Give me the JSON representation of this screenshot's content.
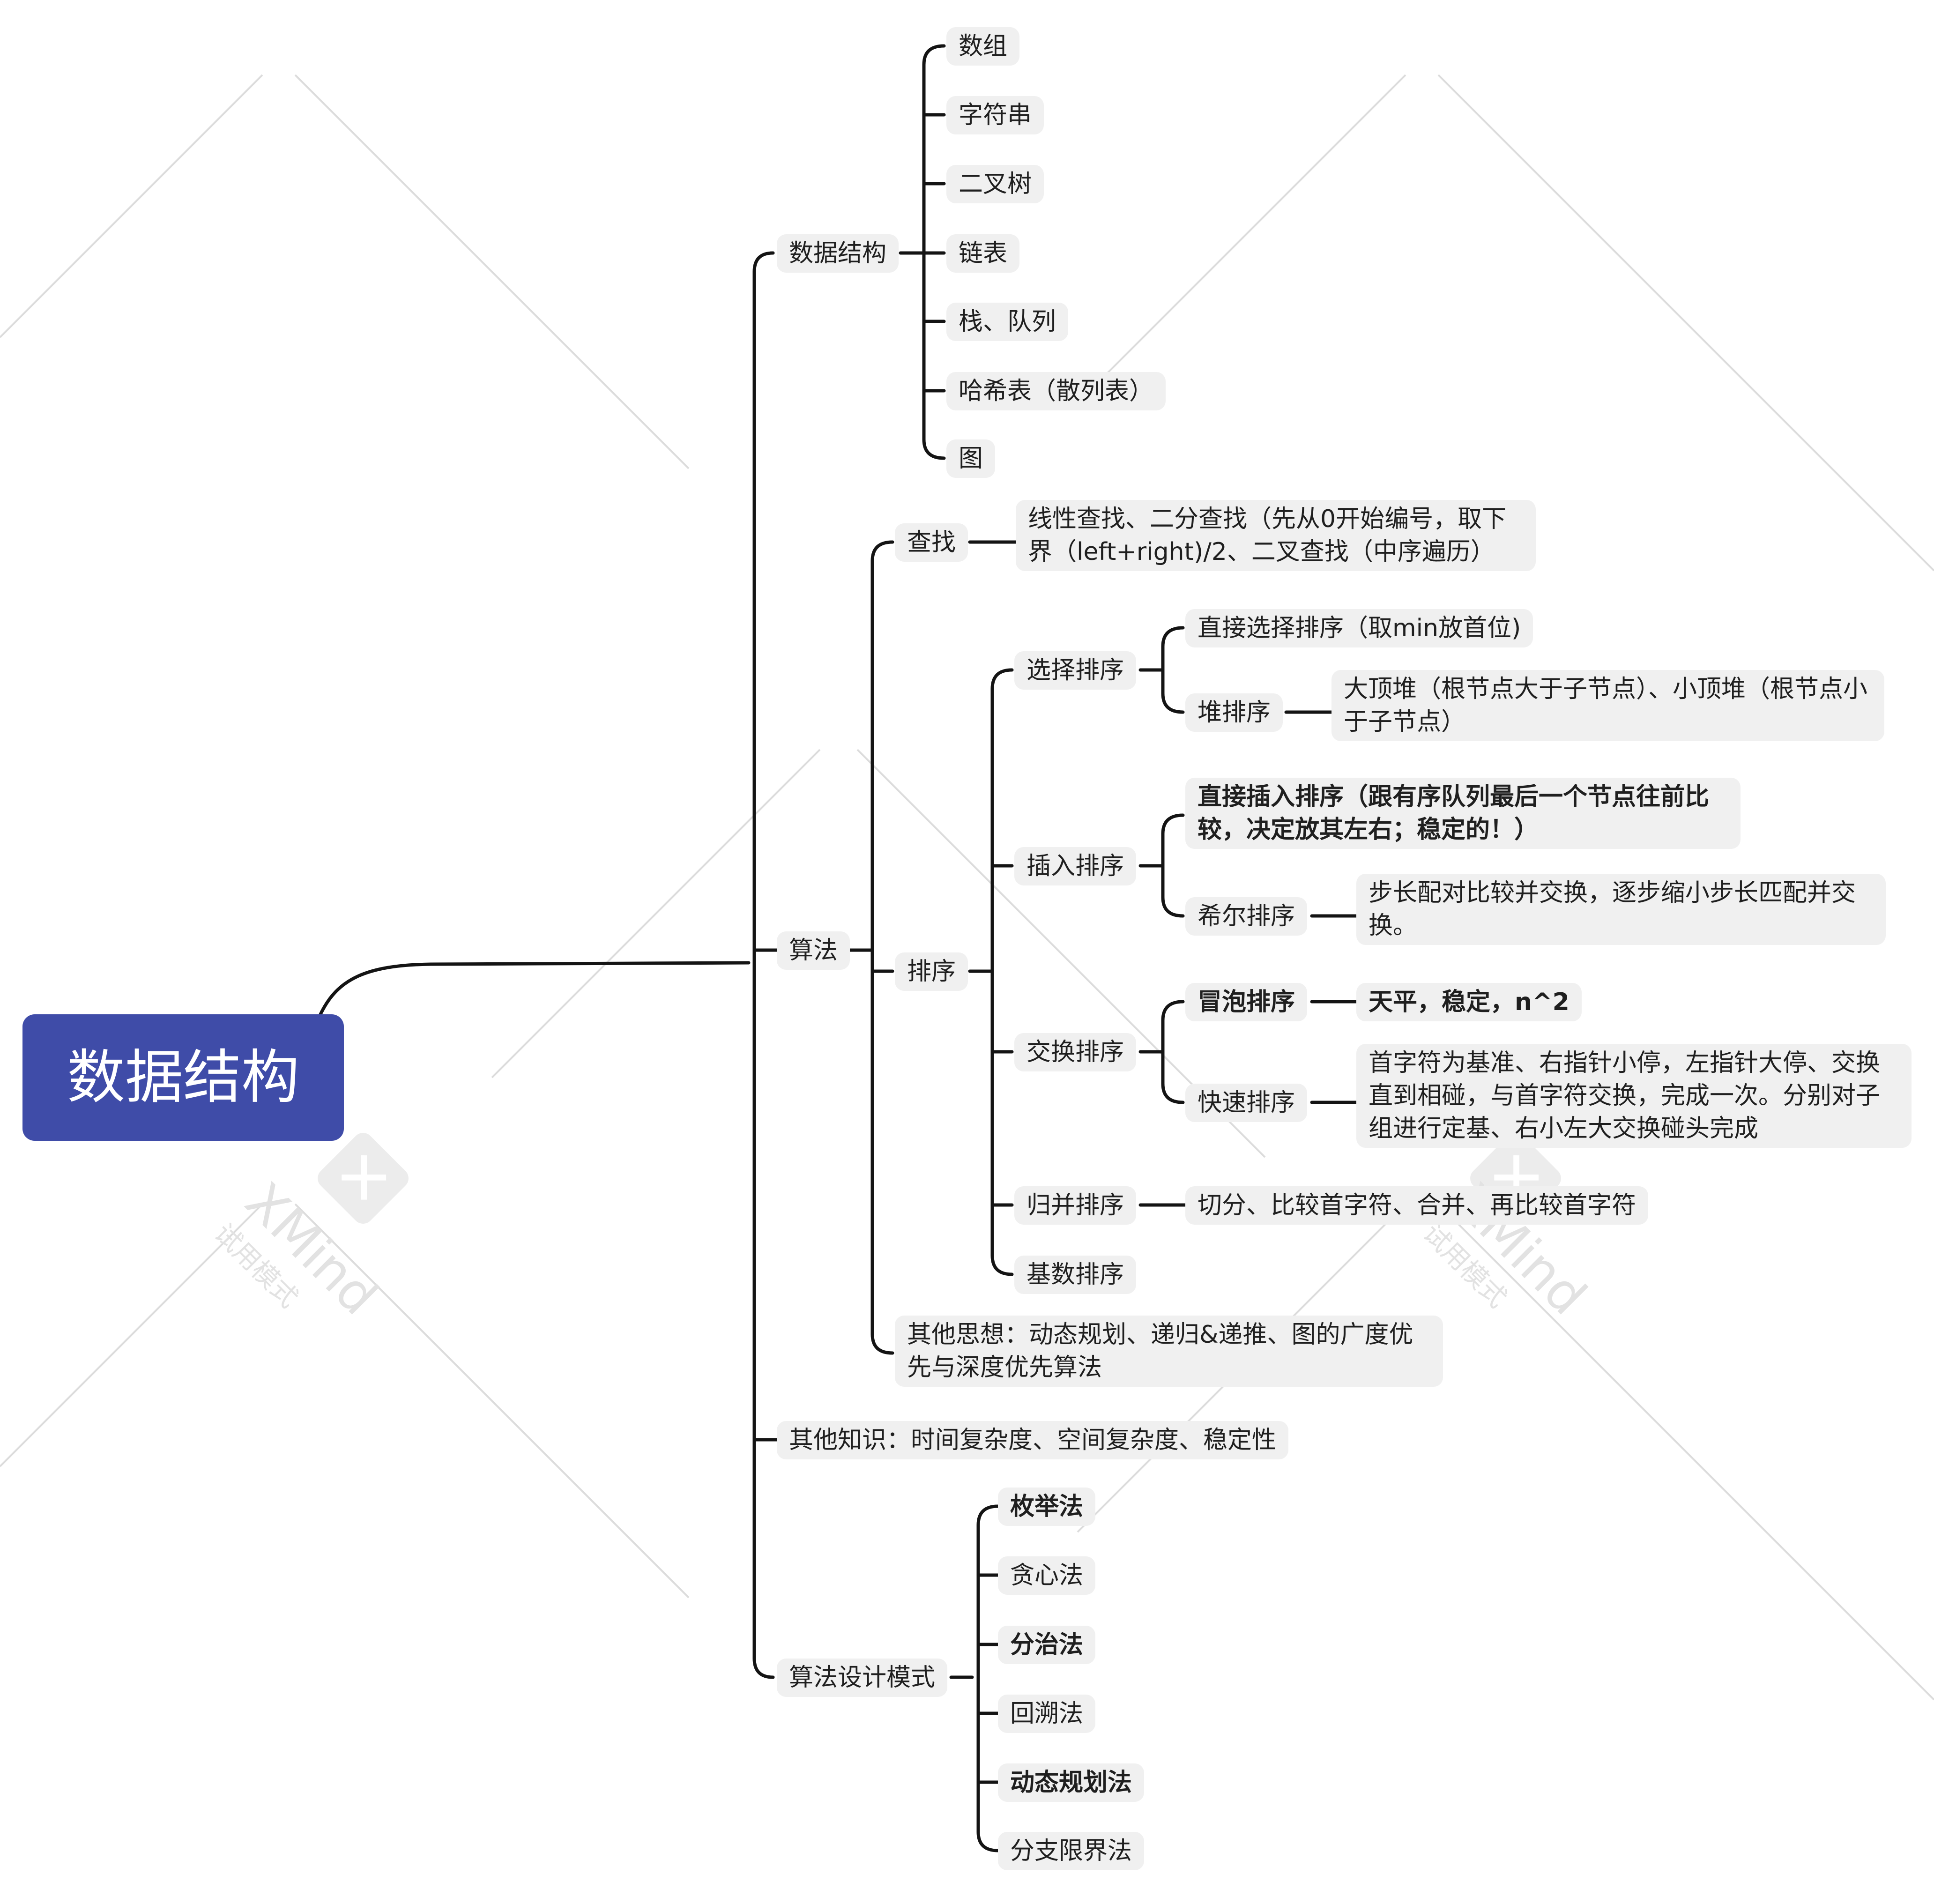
{
  "root": "数据结构",
  "branches": {
    "ds": {
      "label": "数据结构",
      "items": [
        "数组",
        "字符串",
        "二叉树",
        "链表",
        "栈、队列",
        "哈希表（散列表）",
        "图"
      ]
    },
    "algo": {
      "label": "算法",
      "search": {
        "label": "查找",
        "detail": "线性查找、二分查找（先从0开始编号，取下界（left+right)/2、二叉查找（中序遍历）"
      },
      "sort": {
        "label": "排序",
        "select": {
          "label": "选择排序",
          "direct": "直接选择排序（取min放首位)",
          "heap": "堆排序",
          "heap_detail": "大顶堆（根节点大于子节点）、小顶堆（根节点小于子节点）"
        },
        "insert": {
          "label": "插入排序",
          "direct": "直接插入排序（跟有序队列最后一个节点往前比较，决定放其左右；稳定的！）",
          "shell": "希尔排序",
          "shell_detail": "步长配对比较并交换，逐步缩小步长匹配并交换。"
        },
        "swap": {
          "label": "交换排序",
          "bubble": "冒泡排序",
          "bubble_detail": "天平，稳定，n^2",
          "quick": "快速排序",
          "quick_detail": "首字符为基准、右指针小停，左指针大停、交换直到相碰，与首字符交换，完成一次。分别对子组进行定基、右小左大交换碰头完成"
        },
        "merge": {
          "label": "归并排序",
          "detail": "切分、比较首字符、合并、再比较首字符"
        },
        "radix": {
          "label": "基数排序"
        }
      },
      "other": "其他思想：动态规划、递归&递推、图的广度优先与深度优先算法"
    },
    "knowledge": "其他知识：时间复杂度、空间复杂度、稳定性",
    "patterns": {
      "label": "算法设计模式",
      "items": [
        "枚举法",
        "贪心法",
        "分治法",
        "回溯法",
        "动态规划法",
        "分支限界法"
      ]
    }
  },
  "watermark": {
    "brand": "XMind",
    "mode": "试用模式"
  },
  "colors": {
    "root_fill": "#3f4ca8",
    "node_fill": "#f0f0f0",
    "line": "#141414"
  }
}
